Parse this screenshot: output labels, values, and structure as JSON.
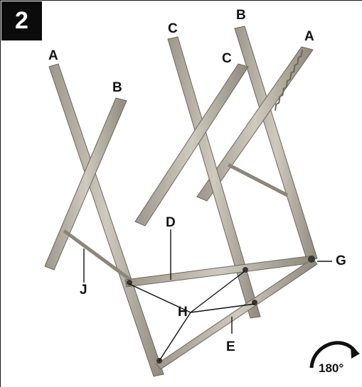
{
  "figure": {
    "number": "2",
    "rotation_label": "180°"
  },
  "labels": {
    "A_left": "A",
    "A_right": "A",
    "B_left": "B",
    "B_right": "B",
    "C_left": "C",
    "C_right": "C",
    "D": "D",
    "E": "E",
    "G": "G",
    "H": "H",
    "J": "J"
  },
  "colors": {
    "wood": "#b9b2a6",
    "wood_edge": "#6d665c",
    "teeth": "#8a8378",
    "line": "#111111"
  }
}
